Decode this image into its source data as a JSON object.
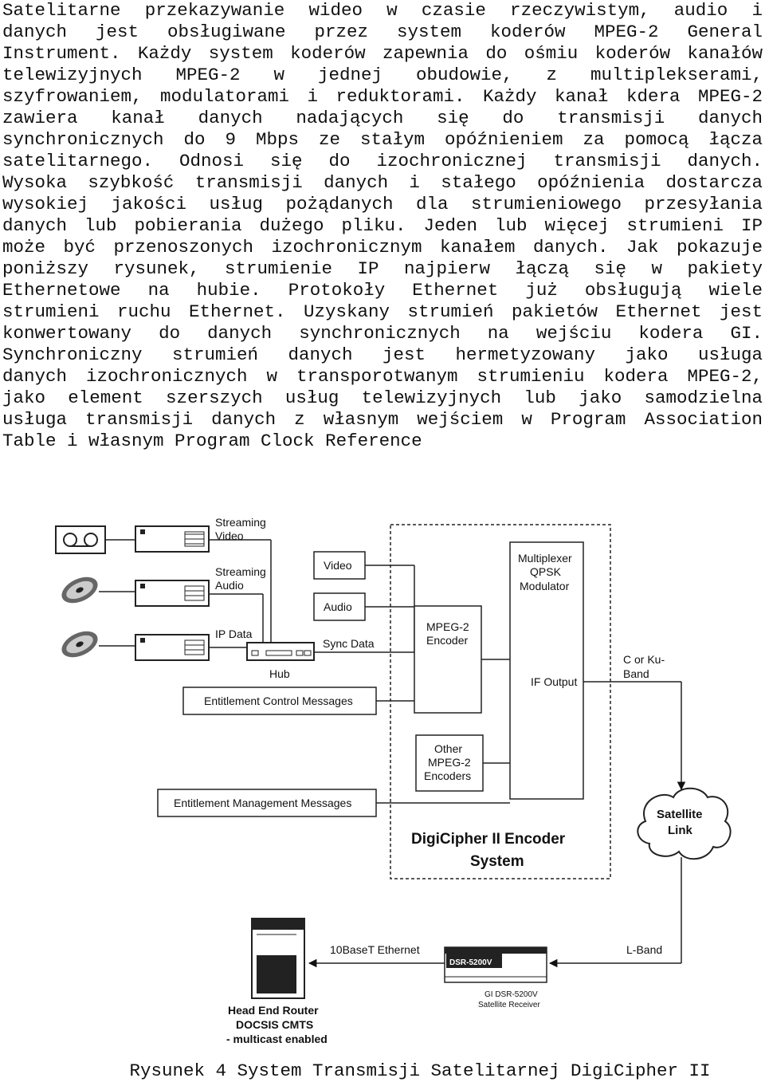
{
  "paragraph_lines": [
    "Satelitarne przekazywanie wideo w czasie rzeczywistym, audio i",
    "danych jest obsługiwane przez system koderów MPEG-2 General",
    "Instrument. Każdy system koderów zapewnia do ośmiu koderów kanałów",
    "telewizyjnych MPEG-2 w jednej obudowie, z multiplekserami,",
    "szyfrowaniem, modulatorami i reduktorami. Każdy kanał kdera MPEG-2",
    "zawiera kanał danych nadających się do transmisji danych",
    "synchronicznych do 9 Mbps ze stałym opóźnieniem za pomocą łącza",
    "satelitarnego. Odnosi się do izochronicznej transmisji danych.",
    "Wysoka szybkość transmisji danych i stałego opóźnienia dostarcza",
    "wysokiej jakości usług pożądanych dla strumieniowego przesyłania",
    "danych lub pobierania dużego pliku. Jeden lub więcej strumieni IP",
    "może być przenoszonych izochronicznym kanałem danych. Jak pokazuje",
    "poniższy rysunek, strumienie IP najpierw łączą się w pakiety",
    "Ethernetowe na hubie. Protokoły Ethernet już obsługują wiele",
    "strumieni ruchu Ethernet. Uzyskany strumień pakietów Ethernet jest",
    "konwertowany do danych synchronicznych na wejściu kodera GI.",
    "Synchroniczny strumień danych jest hermetyzowany jako usługa",
    "danych izochronicznych w transporotwanym strumieniu kodera MPEG-2,",
    "jako element szerszych usług telewizyjnych lub jako samodzielna",
    "usługa transmisji danych z własnym wejściem w  Program Association",
    "Table i własnym Program Clock Reference"
  ],
  "diagram": {
    "streaming_video": [
      "Streaming",
      "Video"
    ],
    "streaming_audio": [
      "Streaming",
      "Audio"
    ],
    "ip_data": "IP Data",
    "hub": "Hub",
    "video": "Video",
    "audio": "Audio",
    "sync_data": "Sync Data",
    "mpeg2_encoder": [
      "MPEG-2",
      "Encoder"
    ],
    "multiplexer": [
      "Multiplexer",
      "QPSK",
      "Modulator"
    ],
    "if_output": "IF Output",
    "band": [
      "C or Ku-",
      "Band"
    ],
    "ecm": "Entitlement Control Messages",
    "emm": "Entitlement Management Messages",
    "other_encoders": [
      "Other",
      "MPEG-2",
      "Encoders"
    ],
    "system_title": [
      "DigiCipher II Encoder",
      "System"
    ],
    "satellite_link": [
      "Satellite",
      "Link"
    ],
    "ethernet": "10BaseT Ethernet",
    "lband": "L-Band",
    "receiver_panel": "DSR-5200V",
    "receiver_caption": [
      "GI DSR-5200V",
      "Satellite Receiver"
    ],
    "router": [
      "Head End Router",
      "DOCSIS CMTS",
      "- multicast enabled"
    ]
  },
  "caption": "Rysunek 4 System Transmisji Satelitarnej DigiCipher II"
}
